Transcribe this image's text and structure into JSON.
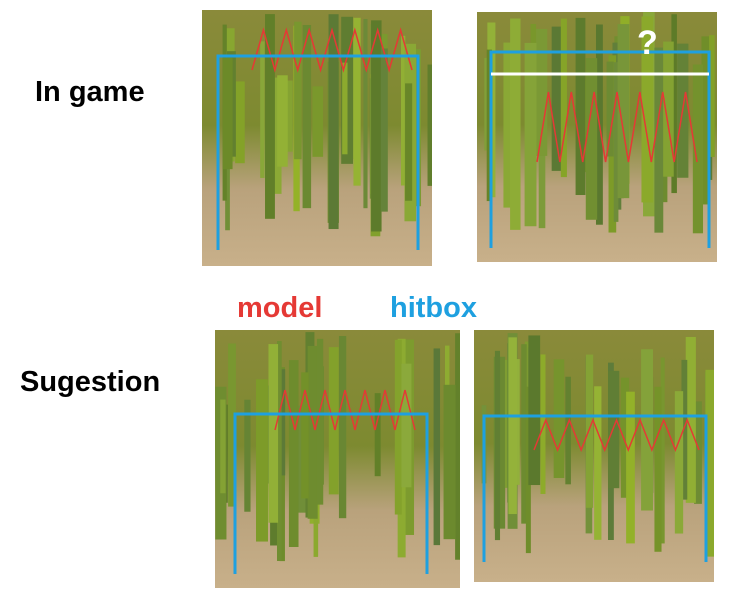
{
  "rows": {
    "in_game": "In game",
    "suggestion": "Sugestion"
  },
  "legend": {
    "model": "model",
    "hitbox": "hitbox"
  },
  "question_mark": "?",
  "colors": {
    "model": "#e53935",
    "hitbox": "#1ea0e0"
  }
}
